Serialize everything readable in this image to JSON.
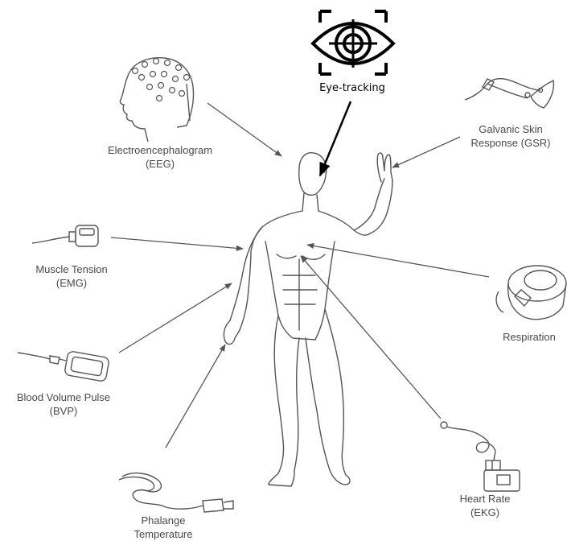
{
  "eye_tracking": {
    "label": "Eye-tracking"
  },
  "sensors": [
    {
      "id": "eeg",
      "line1": "Electroencephalogram",
      "line2": "(EEG)"
    },
    {
      "id": "gsr",
      "line1": "Galvanic Skin",
      "line2": "Response (GSR)"
    },
    {
      "id": "emg",
      "line1": "Muscle Tension",
      "line2": "(EMG)"
    },
    {
      "id": "resp",
      "line1": "Respiration",
      "line2": ""
    },
    {
      "id": "bvp",
      "line1": "Blood Volume Pulse",
      "line2": "(BVP)"
    },
    {
      "id": "ekg",
      "line1": "Heart Rate",
      "line2": "(EKG)"
    },
    {
      "id": "temp",
      "line1": "Phalange",
      "line2": "Temperature"
    }
  ],
  "colors": {
    "lines": "#555555",
    "text": "#4a4a4a",
    "eye_icon": "#000000"
  }
}
